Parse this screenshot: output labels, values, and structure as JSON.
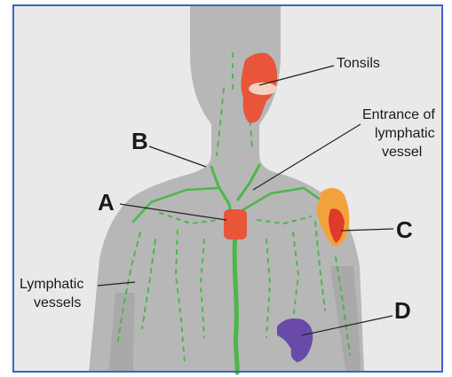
{
  "labels": {
    "tonsils": "Tonsils",
    "entrance_line1": "Entrance of",
    "entrance_line2": "lymphatic",
    "entrance_line3": "vessel",
    "b": "B",
    "a": "A",
    "c": "C",
    "d": "D",
    "lymph_line1": "Lymphatic",
    "lymph_line2": "vessels"
  },
  "colors": {
    "frame": "#3a63c7",
    "body": "#b7b7b7",
    "lymph_green": "#4cb848",
    "organ_red": "#e8553a",
    "organ_orange": "#f3a13b",
    "organ_purple": "#6a4aa8"
  }
}
